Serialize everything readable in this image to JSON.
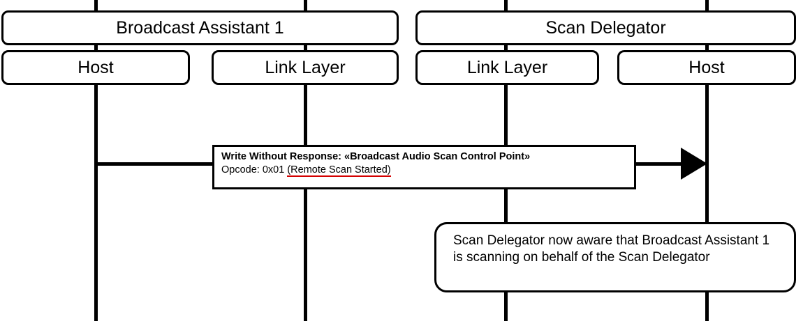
{
  "devices": {
    "left": "Broadcast Assistant 1",
    "right": "Scan Delegator"
  },
  "lifelines": {
    "left_host": "Host",
    "left_link": "Link Layer",
    "right_link": "Link Layer",
    "right_host": "Host"
  },
  "message": {
    "title": "Write Without Response: «Broadcast Audio Scan Control Point»",
    "opcode_prefix": "Opcode: 0x01 ",
    "opcode_desc": "(Remote Scan Started)"
  },
  "note": {
    "text": "Scan Delegator now aware that Broadcast Assistant 1 is scanning on behalf of the Scan Delegator"
  },
  "colors": {
    "line": "#000000",
    "underline": "#d40000"
  }
}
